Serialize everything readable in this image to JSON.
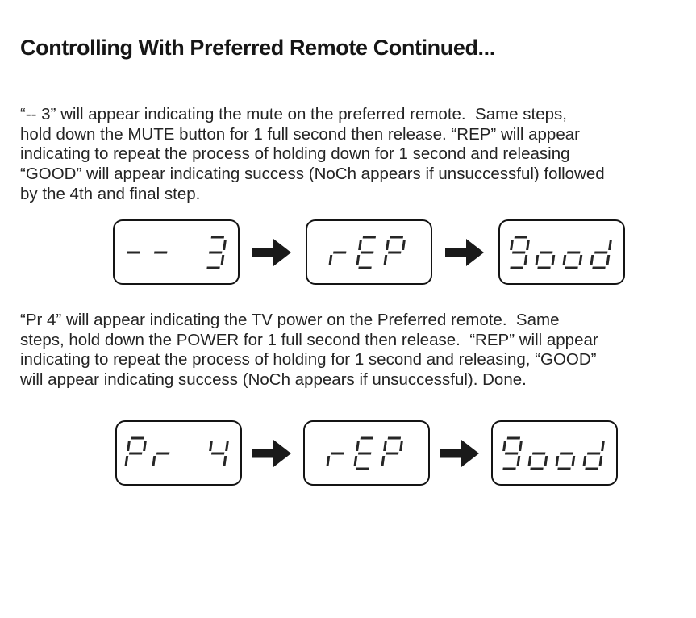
{
  "page": {
    "background": "#ffffff",
    "text_color": "#242424"
  },
  "header": {
    "title": "Controlling With Preferred Remote Continued..."
  },
  "section1": {
    "paragraph_lines": [
      "“-- 3” will appear indicating the mute on the preferred remote.  Same steps,",
      "hold down the MUTE button for 1 full second then release. “REP” will appear",
      "indicating to repeat the process of holding down for 1 second and releasing",
      "“GOOD” will appear indicating success (NoCh appears if unsuccessful) followed",
      "by the 4th and final step."
    ],
    "diagram": {
      "displays": [
        "-- 3",
        "rEP",
        "good"
      ],
      "arrow_icon": "right-arrow"
    }
  },
  "section2": {
    "paragraph_lines": [
      "“Pr 4” will appear indicating the TV power on the Preferred remote.  Same",
      "steps, hold down the POWER for 1 full second then release.  “REP” will appear",
      "indicating to repeat the process of holding for 1 second and releasing, “GOOD”",
      "will appear indicating success (NoCh appears if unsuccessful). Done."
    ],
    "diagram": {
      "displays": [
        "Pr 4",
        "rEP",
        "good"
      ],
      "arrow_icon": "right-arrow"
    }
  },
  "lcd_style": {
    "segment_color": "#262626",
    "border_color": "#141414",
    "arrow_color": "#1a1a1a"
  }
}
